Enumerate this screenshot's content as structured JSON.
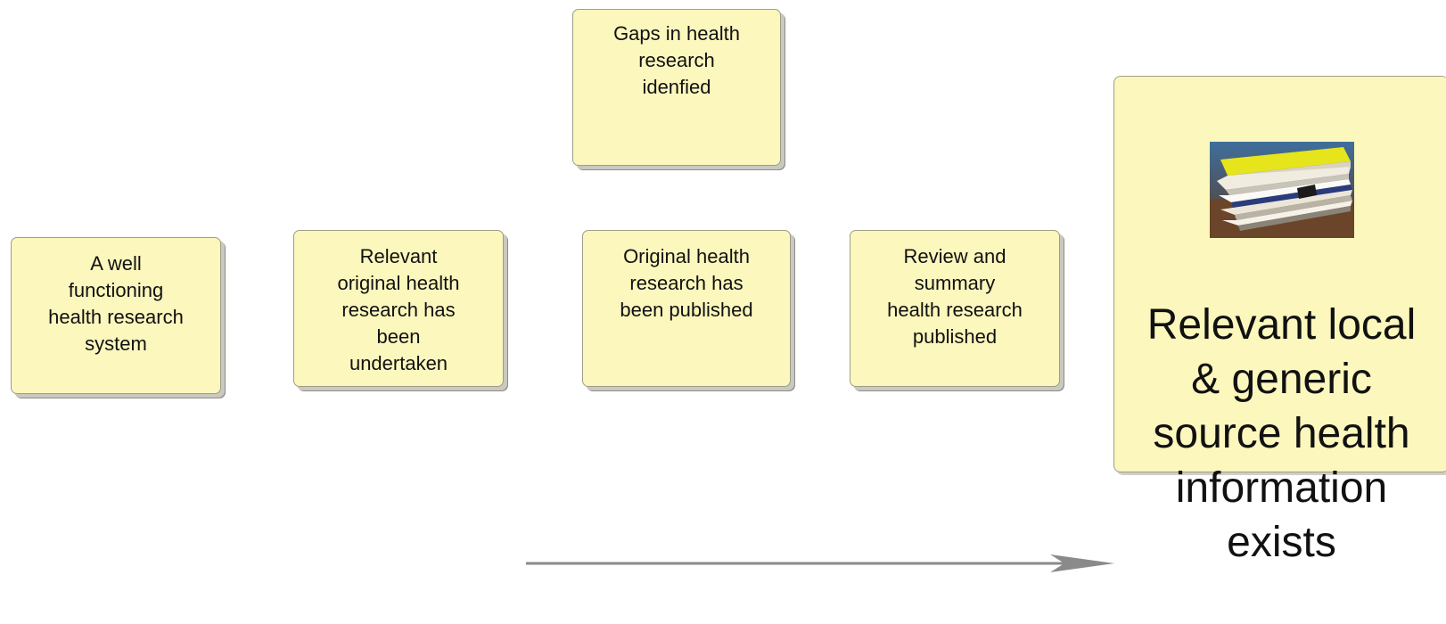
{
  "diagram": {
    "nodes": [
      {
        "id": "system",
        "label": "A well\nfunctioning\nhealth research\nsystem"
      },
      {
        "id": "undertaken",
        "label": "Relevant\noriginal health\nresearch has\nbeen\nundertaken"
      },
      {
        "id": "gaps",
        "label": "Gaps in health\nresearch\nidenfied"
      },
      {
        "id": "published",
        "label": "Original health\nresearch has\nbeen published"
      },
      {
        "id": "review",
        "label": "Review and\nsummary\nhealth research\npublished"
      },
      {
        "id": "exists",
        "label": "Relevant local\n& generic\nsource health\ninformation\nexists",
        "image": "stack-of-journals-photo"
      }
    ],
    "colors": {
      "node_fill": "#fbf7bd",
      "node_border": "#9e9e86",
      "node_shadow": "#8d8d88",
      "arrow": "#8a8a8a"
    }
  }
}
